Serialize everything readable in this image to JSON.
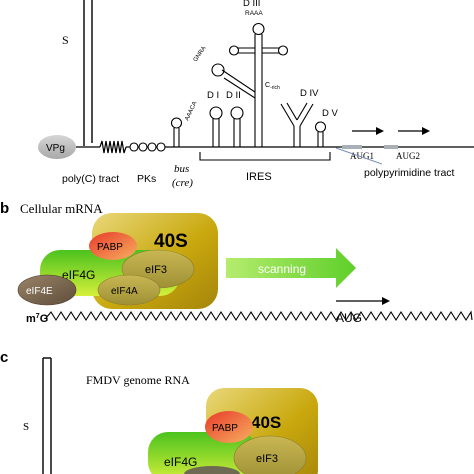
{
  "panel_a": {
    "stem_label": "S",
    "vpg_label": "VPg",
    "polyc_label": "poly(C) tract",
    "pks_label": "PKs",
    "bus_label": "bus",
    "cre_label": "(cre)",
    "ires_label": "IRES",
    "domain_labels": {
      "d1": "D I",
      "d2": "D II",
      "d3": "D III",
      "d4": "D IV",
      "d5": "D V"
    },
    "motif_labels": {
      "aaaca": "AAACA",
      "gnra": "GNRA",
      "raaa": "RAAA",
      "crich_c": "C",
      "crich_sub": "-rich"
    },
    "aug1_label": "AUG1",
    "aug2_label": "AUG2",
    "polypyrimidine_label": "polypyrimidine tract"
  },
  "panel_b": {
    "panel_letter": "b",
    "title": "Cellular mRNA",
    "ribosome_label": "40S",
    "pabp_label": "PABP",
    "eif4g_label": "eIF4G",
    "eif3_label": "eIF3",
    "eif4e_label": "eIF4E",
    "eif4a_label": "eIF4A",
    "scanning_label": "scanning",
    "cap_label_base": "m",
    "cap_label_sup": "7",
    "cap_label_end": "G",
    "aug_label": "AUG"
  },
  "panel_c": {
    "panel_letter": "c",
    "title": "FMDV genome RNA",
    "stem_label": "S",
    "ribosome_label": "40S",
    "pabp_label": "PABP",
    "eif4g_label": "eIF4G",
    "eif3_label": "eIF3"
  },
  "colors": {
    "ribosome_gold": "#c9a80e",
    "eif4g_green": "#6fcf2a",
    "pabp_red": "#ef5a3a",
    "eif3_olive": "#b8a642",
    "eif4e_brown": "#7d6a52",
    "scanning_green": "#8ee04a",
    "vpg_grey": "#bdbdbd"
  }
}
